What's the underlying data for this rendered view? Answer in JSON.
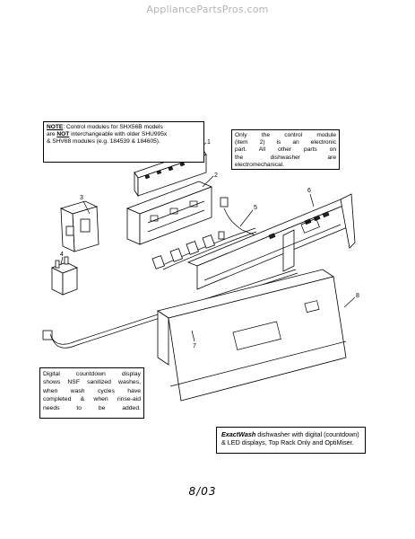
{
  "watermark": "AppliancePartsPros.com",
  "note_modules": {
    "lead": "NOTE",
    "line1_rest": ":  Control modules for SHX56B models",
    "line2_pre": "are ",
    "line2_not": "NOT",
    "line2_post": " interchangeable with older SHU995x",
    "line3": "& SHV68 modules (e.g. 184539 & 184605)."
  },
  "note_electronic": {
    "lines": [
      "Only the control module",
      "(item 2) is an electronic",
      "part.  All other parts on",
      "the    dishwasher    are",
      "electromechanical."
    ]
  },
  "note_countdown": {
    "lines": [
      "Digital    countdown    display",
      "shows  NSF  sanitized washes,",
      "when   wash   cycles   have",
      "completed  &  when  rinse-aid",
      "needs to be added."
    ]
  },
  "note_exactwash": {
    "brand": "ExactWash",
    "line1_rest": " dishwasher with digital (countdown)",
    "line2": "& LED displays, Top Rack Only and OptiMiser."
  },
  "callouts": {
    "c1": "1",
    "c2": "2",
    "c3": "3",
    "c4": "4",
    "c5": "5",
    "c6": "6",
    "c7": "7",
    "c8": "8"
  },
  "date": "8/03"
}
